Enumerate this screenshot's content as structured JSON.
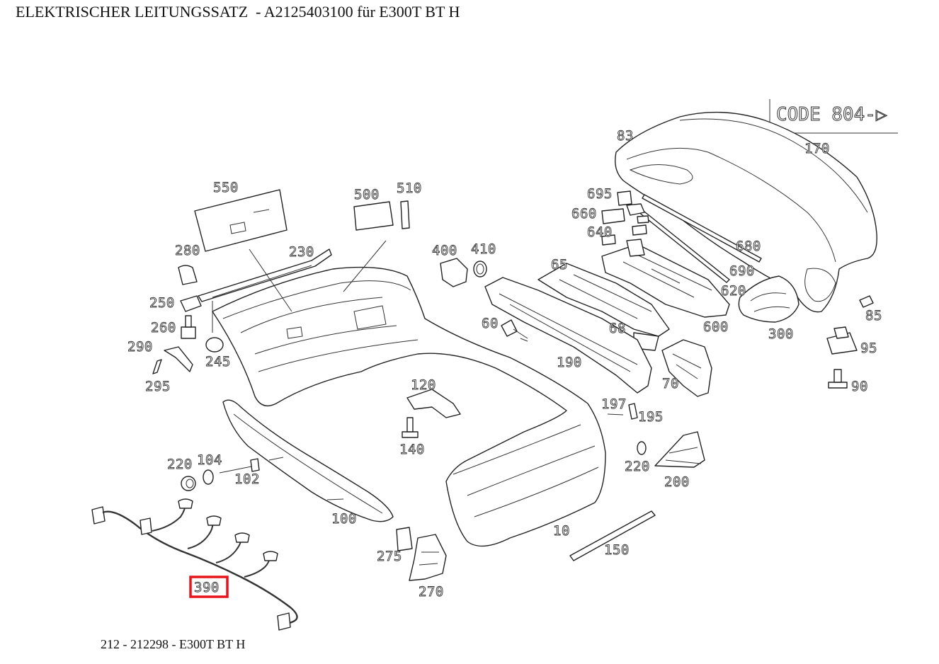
{
  "header": {
    "title": "ELEKTRISCHER LEITUNGSSATZ  - A2125403100 für E300T BT H"
  },
  "footer": {
    "text": "212 - 212298 - E300T BT H"
  },
  "code_box": {
    "text": "CODE 804-▷"
  },
  "highlight": {
    "part_number": "390",
    "color": "#e8141c"
  },
  "labels": {
    "p10": "10",
    "p60": "60",
    "p65": "65",
    "p68": "68",
    "p70": "70",
    "p83": "83",
    "p85": "85",
    "p90": "90",
    "p95": "95",
    "p100": "100",
    "p102": "102",
    "p104": "104",
    "p120": "120",
    "p140": "140",
    "p150": "150",
    "p170": "170",
    "p190": "190",
    "p195": "195",
    "p197": "197",
    "p200": "200",
    "p220a": "220",
    "p220b": "220",
    "p230": "230",
    "p245": "245",
    "p250": "250",
    "p260": "260",
    "p270": "270",
    "p275": "275",
    "p280": "280",
    "p290": "290",
    "p295": "295",
    "p300": "300",
    "p390": "390",
    "p400": "400",
    "p410": "410",
    "p500": "500",
    "p510": "510",
    "p550": "550",
    "p600": "600",
    "p620": "620",
    "p640": "640",
    "p660": "660",
    "p680": "680",
    "p690": "690",
    "p695": "695"
  }
}
